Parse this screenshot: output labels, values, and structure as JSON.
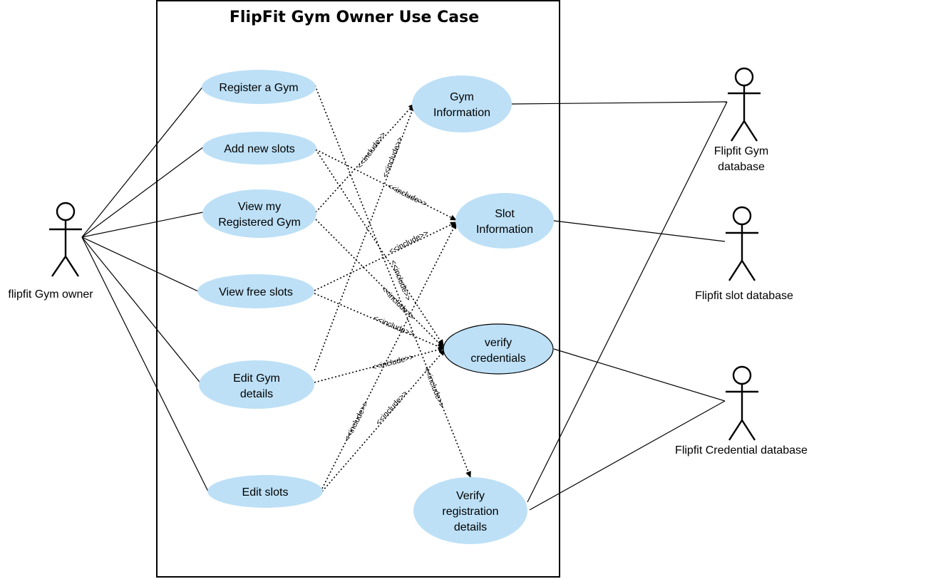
{
  "title": "FlipFit Gym Owner Use Case",
  "include_label": "<<include>>",
  "colors": {
    "usecase_fill": "#bde0f6",
    "line": "#000000",
    "background": "#ffffff"
  },
  "actors": {
    "owner": {
      "label": "flipfit Gym owner"
    },
    "gym_db": {
      "lines": [
        "Flipfit Gym",
        "database"
      ]
    },
    "slot_db": {
      "label": "Flipfit slot database"
    },
    "credential_db": {
      "label": "Flipfit Credential database"
    }
  },
  "use_cases": {
    "register_gym": {
      "lines": [
        "Register  a Gym"
      ]
    },
    "add_slots": {
      "lines": [
        "Add new slots"
      ]
    },
    "view_gym": {
      "lines": [
        "View my",
        "Registered Gym"
      ]
    },
    "view_free_slots": {
      "lines": [
        "View  free slots"
      ]
    },
    "edit_gym": {
      "lines": [
        "Edit Gym",
        "details"
      ]
    },
    "edit_slots": {
      "lines": [
        "Edit slots"
      ]
    },
    "gym_information": {
      "lines": [
        "Gym",
        "Information"
      ]
    },
    "slot_information": {
      "lines": [
        "Slot",
        "Information"
      ]
    },
    "verify_credentials": {
      "lines": [
        "verify",
        "credentials"
      ]
    },
    "verify_registration": {
      "lines": [
        "Verify",
        "registration",
        "details"
      ]
    }
  }
}
